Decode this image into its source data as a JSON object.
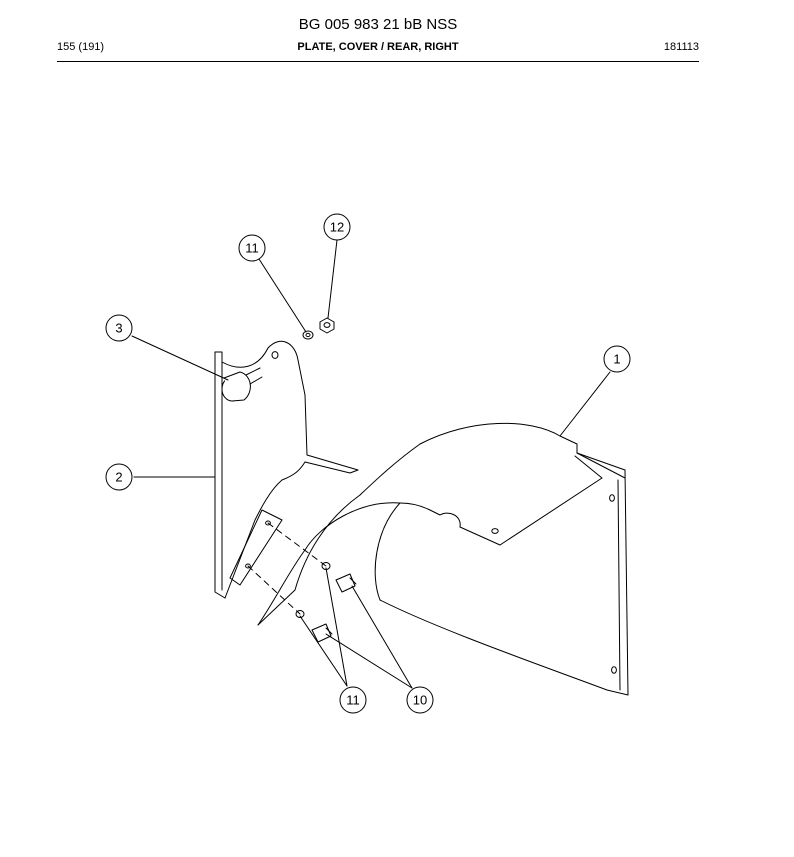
{
  "header": {
    "title": "BG 005 983 21 bB NSS",
    "page": "155 (191)",
    "part_name": "PLATE, COVER / REAR, RIGHT",
    "code": "181113"
  },
  "callouts": {
    "c12": "12",
    "c11_top": "11",
    "c3": "3",
    "c1": "1",
    "c2": "2",
    "c11_bottom": "11",
    "c10": "10"
  }
}
